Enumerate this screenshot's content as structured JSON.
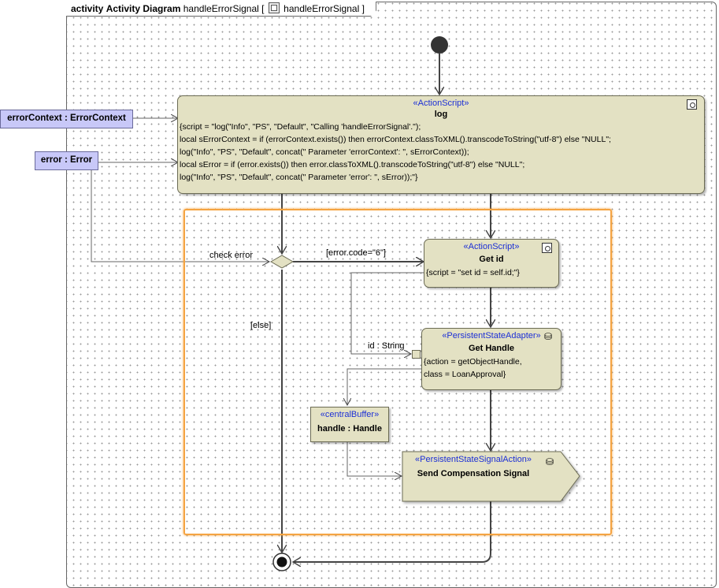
{
  "frame": {
    "kind": "activity",
    "name": "Activity Diagram",
    "label": "handleErrorSignal [",
    "ref": "handleErrorSignal ]"
  },
  "objects": {
    "error_context": "errorContext : ErrorContext",
    "error": "error : Error"
  },
  "log_action": {
    "stereotype": "«ActionScript»",
    "name": "log",
    "script": [
      "{script = \"log(\"Info\", \"PS\", \"Default\", \"Calling 'handleErrorSignal'.\");",
      "local sErrorContext = if (errorContext.exists()) then errorContext.classToXML().transcodeToString(\"utf-8\") else \"NULL\";",
      "log(\"Info\", \"PS\", \"Default\", concat(\" Parameter 'errorContext': \", sErrorContext));",
      "local sError = if (error.exists()) then error.classToXML().transcodeToString(\"utf-8\") else \"NULL\";",
      "log(\"Info\", \"PS\", \"Default\", concat(\" Parameter 'error': \", sError));\"}"
    ]
  },
  "get_id": {
    "stereotype": "«ActionScript»",
    "name": "Get id",
    "script": "{script = \"set id = self.id;\"}"
  },
  "get_handle": {
    "stereotype": "«PersistentStateAdapter»",
    "name": "Get Handle",
    "props": [
      "{action = getObjectHandle,",
      "class = LoanApproval}"
    ]
  },
  "central_buffer": {
    "stereotype": "«centralBuffer»",
    "name": "handle : Handle"
  },
  "send_signal": {
    "stereotype": "«PersistentStateSignalAction»",
    "name": "Send Compensation Signal"
  },
  "labels": {
    "check_error": "check error",
    "guard_code": "[error.code=\"6\"]",
    "guard_else": "[else]",
    "pin_id": "id : String"
  },
  "colors": {
    "action_fill": "#e3e1c3",
    "object_fill": "#c8c8f8",
    "stereotype": "#1c2fd6",
    "region_border": "#f5a442"
  }
}
